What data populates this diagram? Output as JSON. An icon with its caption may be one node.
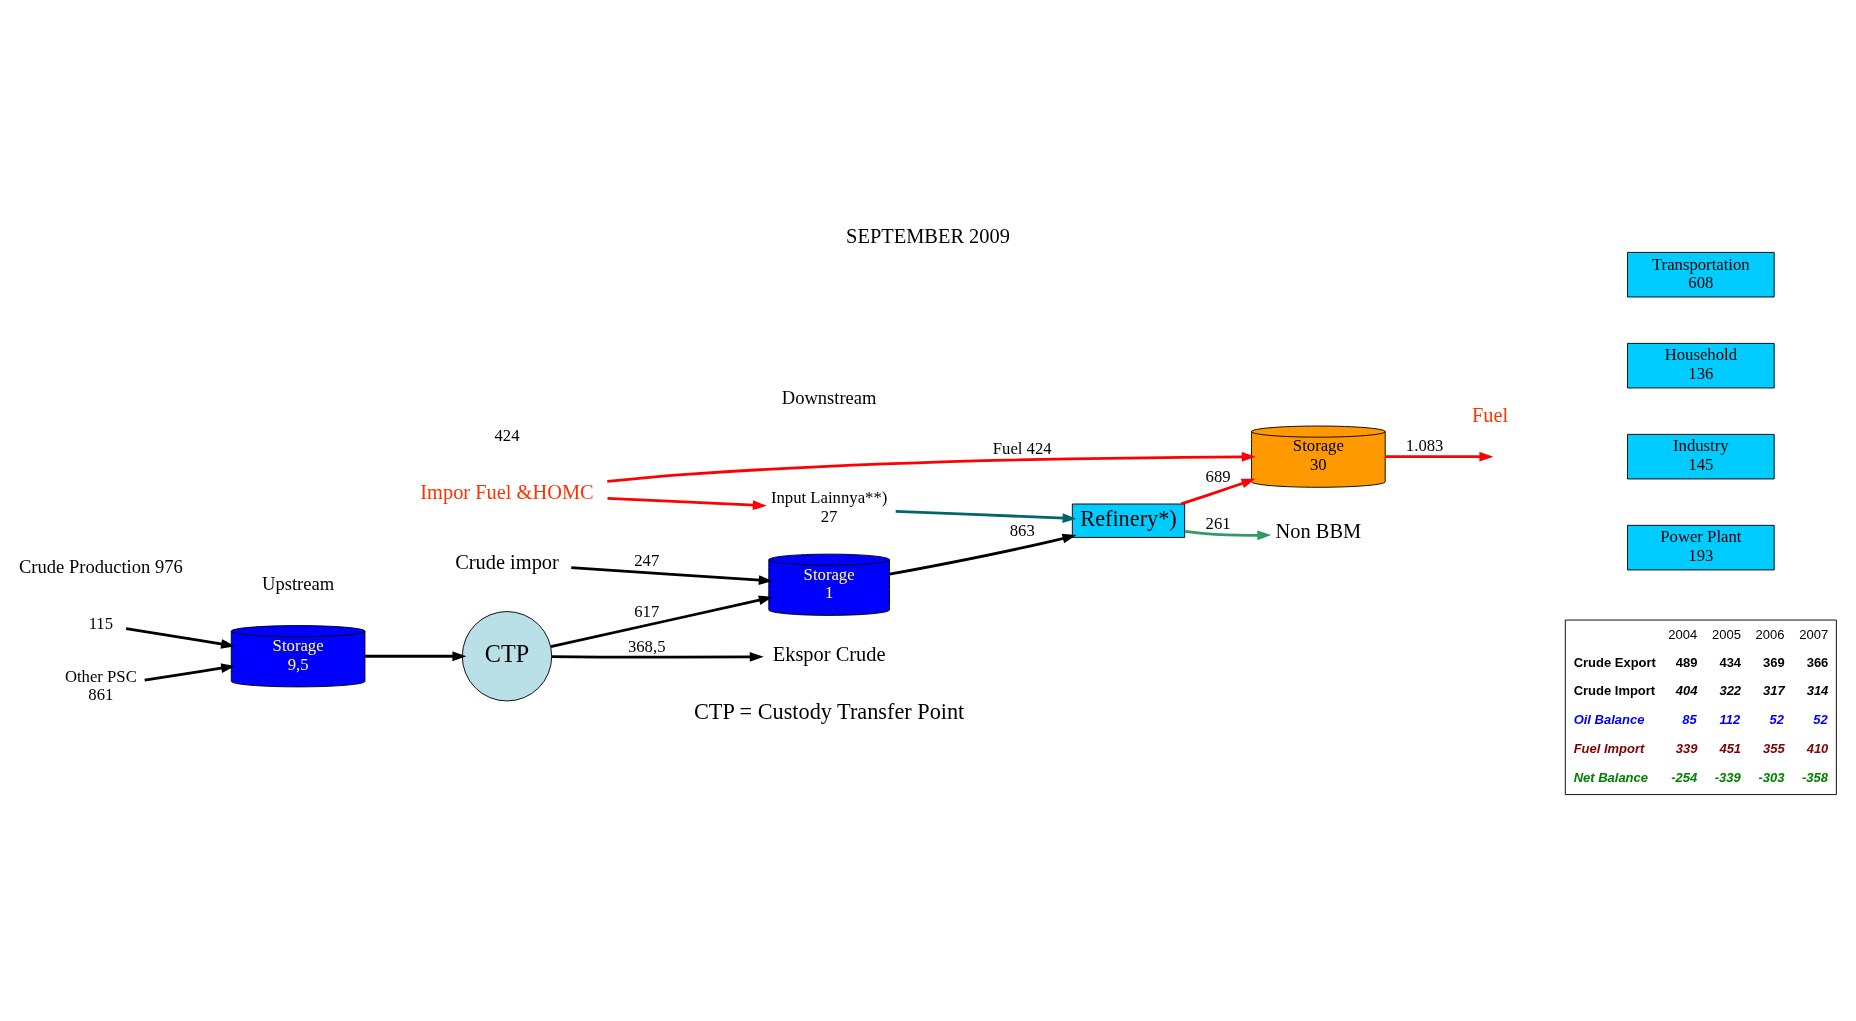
{
  "diagram": {
    "title": "SEPTEMBER 2009",
    "nodes": [
      {
        "text": [
          "Impor Fuel &HOMC"
        ]
      },
      {
        "text": [
          "Crude impor"
        ]
      },
      {
        "text": [
          "Storage",
          "1"
        ]
      },
      {
        "text": [
          "Refinery*)"
        ]
      },
      {
        "text": [
          "Storage",
          "30"
        ]
      },
      {
        "text": [
          "Input Lainnya**)",
          "27"
        ]
      },
      {
        "text": [
          "Transportation",
          "608"
        ]
      },
      {
        "text": [
          "Household",
          "136"
        ]
      },
      {
        "text": [
          "Industry",
          "145"
        ]
      },
      {
        "text": [
          "Power Plant",
          "193"
        ]
      },
      {
        "text": [
          "Non BBM"
        ]
      },
      {
        "text": [
          "CTP"
        ]
      },
      {
        "text": [
          "Ekspor Crude"
        ]
      },
      {
        "text": [
          "Storage",
          "9,5"
        ]
      },
      {
        "text": [
          "115"
        ]
      },
      {
        "text": [
          "Other PSC",
          "861"
        ]
      }
    ],
    "edges": [
      {
        "from": 0,
        "to": 5,
        "arrow": "to",
        "color": "#ff0000"
      },
      {
        "from": 0,
        "to": 4,
        "label": "Fuel 424",
        "arrow": "to",
        "color": "#ff0000"
      },
      {
        "from": 5,
        "to": 3,
        "arrow": "to",
        "color": "#006666"
      },
      {
        "from": 1,
        "to": 2,
        "label": "247",
        "arrow": "to"
      },
      {
        "from": 2,
        "to": 3,
        "label": "863",
        "arrow": "to"
      },
      {
        "from": 3,
        "to": 4,
        "label": "689",
        "arrow": "to",
        "color": "#ff0000"
      },
      {
        "from": 4,
        "to": null,
        "label": "1.083",
        "arrow": "to",
        "color": "#ff0000"
      },
      {
        "from": 3,
        "to": 10,
        "label": "261",
        "arrow": "to",
        "color": "#339966"
      },
      {
        "from": 11,
        "to": 2,
        "label": "617",
        "arrow": "to"
      },
      {
        "from": 11,
        "to": 12,
        "label": "368,5",
        "arrow": "to"
      },
      {
        "from": 13,
        "to": 11,
        "arrow": "to"
      },
      {
        "from": 14,
        "to": 13,
        "arrow": "to"
      },
      {
        "from": 15,
        "to": 13,
        "arrow": "to"
      }
    ],
    "labels": [
      "424",
      "Downstream",
      "Fuel",
      "CTP = Custody Transfer Point",
      "Crude Production 976",
      "Upstream",
      "2004",
      "2005",
      "2006",
      "2007",
      "Crude Export",
      "489",
      "434",
      "369",
      "366",
      "Crude Import",
      "404",
      "322",
      "317",
      "314",
      "Oil Balance",
      "85",
      "112",
      "52",
      "52",
      "Fuel Import",
      "339",
      "451",
      "355",
      "410",
      "Net Balance",
      "-254",
      "-339",
      "-303",
      "-358"
    ]
  }
}
